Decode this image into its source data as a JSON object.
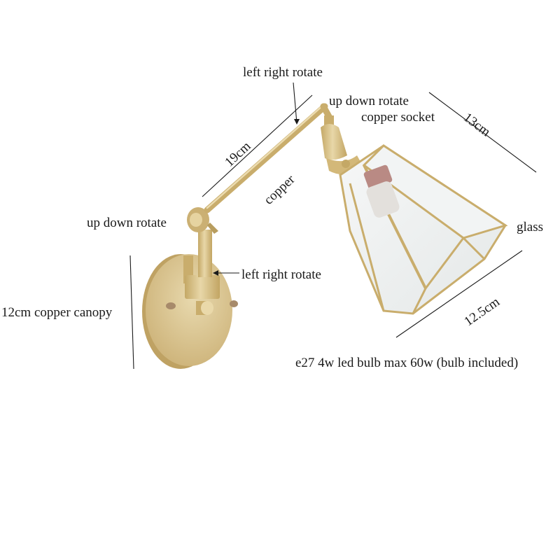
{
  "diagram": {
    "subject": "brass swing-arm wall lamp with glass shade",
    "colors": {
      "background": "#ffffff",
      "brass": "#d6bf86",
      "brass_shadow": "#b89d5e",
      "brass_highlight": "#efe2bd",
      "glass": "#eef1f1",
      "bulb_copper": "#b98a84",
      "annotation": "#1a1a1a"
    },
    "labels": {
      "arm_left_right_rotate": "left right rotate",
      "socket_up_down_rotate": "up down rotate",
      "copper_socket": "copper socket",
      "shade_length": "13cm",
      "arm_length": "19cm",
      "arm_material": "copper",
      "joint_up_down_rotate": "up down rotate",
      "shade_material": "glass",
      "base_left_right_rotate": "left right rotate",
      "canopy": "12cm copper canopy",
      "shade_width": "12.5cm",
      "bulb_spec": "e27 4w led bulb max 60w  (bulb included)"
    }
  }
}
